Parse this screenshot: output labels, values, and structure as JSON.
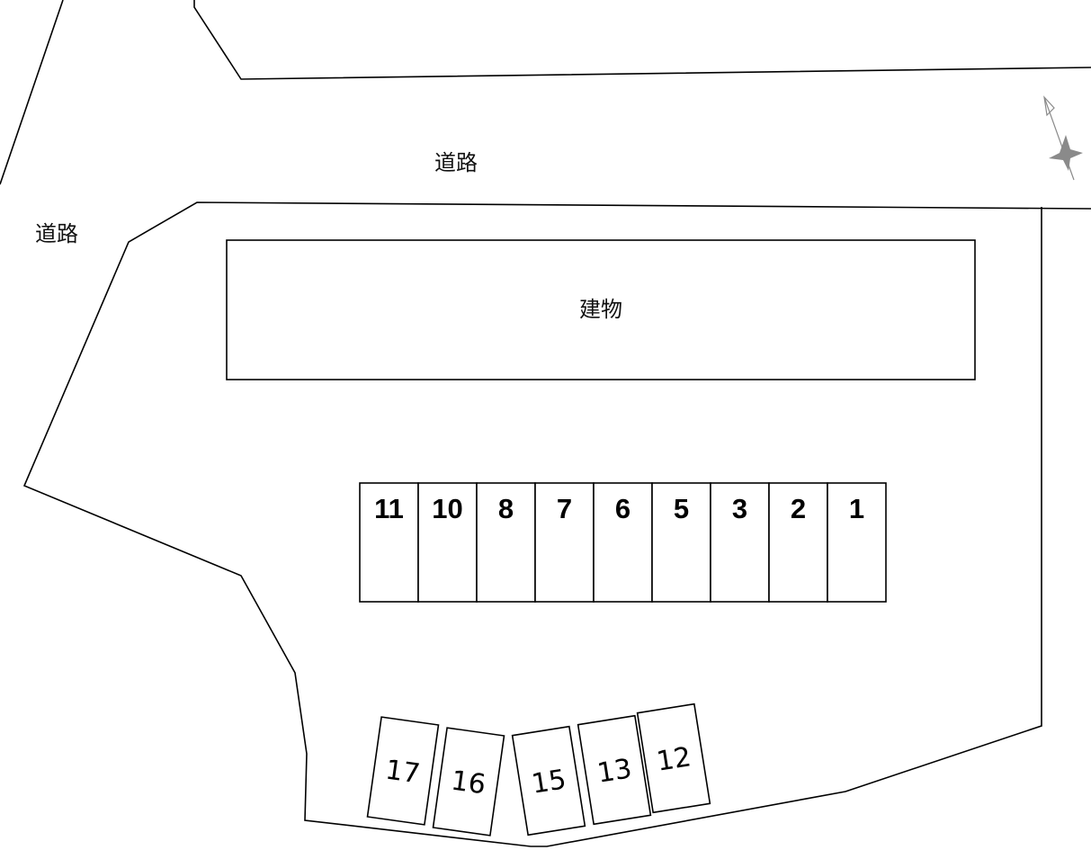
{
  "labels": {
    "road_top": "道路",
    "road_left": "道路",
    "building": "建物"
  },
  "parking_row": [
    "11",
    "10",
    "8",
    "7",
    "6",
    "5",
    "3",
    "2",
    "1"
  ],
  "parking_tilted": [
    "17",
    "16",
    "15",
    "13",
    "12"
  ],
  "icons": {
    "compass": "north-arrow-icon"
  },
  "colors": {
    "line": "#000000",
    "compass": "#8a8a8a"
  }
}
